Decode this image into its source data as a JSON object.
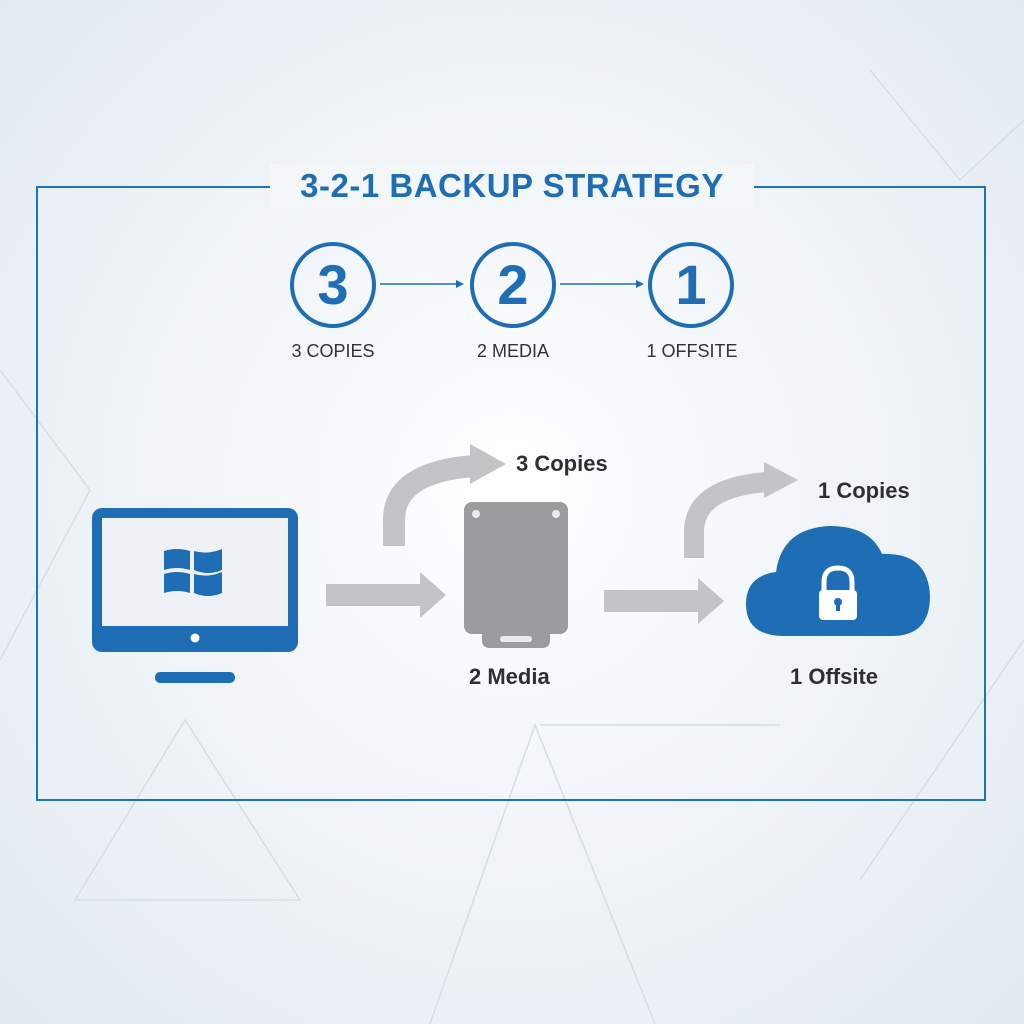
{
  "title": "3-2-1 BACKUP STRATEGY",
  "steps": [
    {
      "number": "3",
      "label": "3 COPIES"
    },
    {
      "number": "2",
      "label": "2 MEDIA"
    },
    {
      "number": "1",
      "label": "1 OFFSITE"
    }
  ],
  "flow": {
    "copies_label": "3 Copies",
    "media_label": "2 Media",
    "offsite_copies_label": "1 Copies",
    "offsite_label": "1 Offsite"
  },
  "icons": {
    "computer": "computer-monitor-icon",
    "windows": "windows-logo-icon",
    "drive": "external-drive-icon",
    "cloud": "cloud-lock-icon",
    "arrow": "arrow-right-icon",
    "curved_arrow": "curved-arrow-icon"
  },
  "colors": {
    "accent": "#1f6db5",
    "frame": "#1f73b7",
    "drive": "#9a9c9e",
    "arrow": "#c2c4c6",
    "label": "#2f2f2f"
  }
}
